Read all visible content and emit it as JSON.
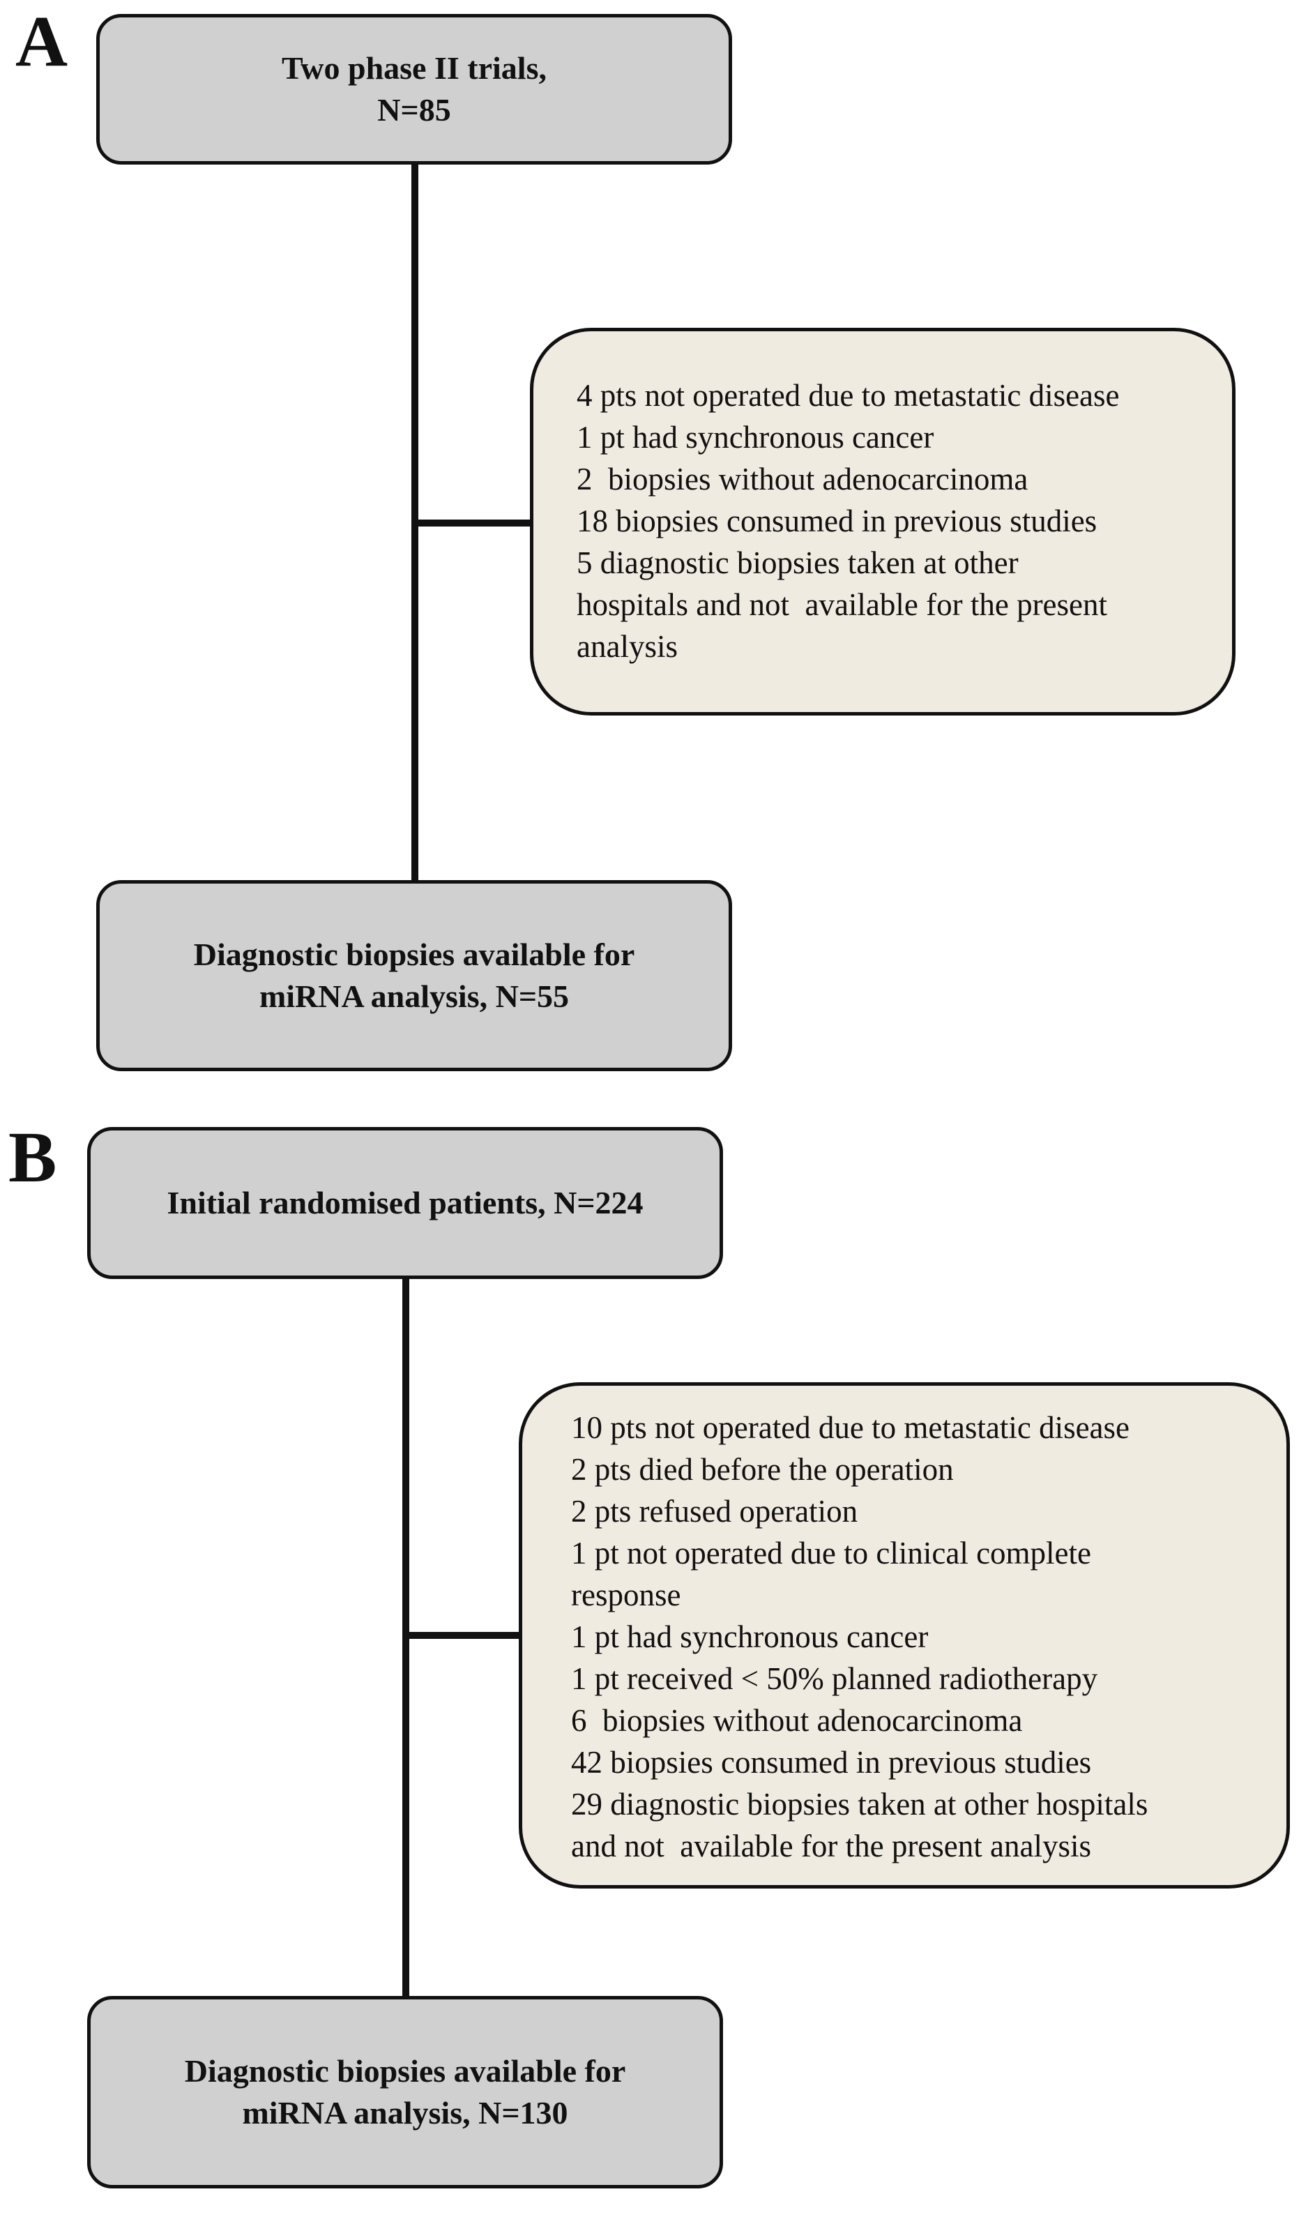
{
  "panel_a": {
    "label": "A",
    "top_box": {
      "line1": "Two phase II trials,",
      "line2": "N=85"
    },
    "exclusions": [
      "4 pts not operated due to metastatic disease",
      "1 pt had synchronous cancer",
      "2  biopsies without adenocarcinoma",
      "18 biopsies consumed in previous studies",
      "5 diagnostic biopsies taken at other",
      "hospitals and not  available for the present",
      "analysis"
    ],
    "bottom_box": {
      "line1": "Diagnostic biopsies available for",
      "line2": "miRNA analysis, N=55"
    }
  },
  "panel_b": {
    "label": "B",
    "top_box": {
      "line1": "Initial randomised patients, N=224"
    },
    "exclusions": [
      "10 pts not operated due to metastatic disease",
      "2 pts died before the operation",
      "2 pts refused operation",
      "1 pt not operated due to clinical complete",
      "response",
      "1 pt had synchronous cancer",
      "1 pt received < 50% planned radiotherapy",
      "6  biopsies without adenocarcinoma",
      "42 biopsies consumed in previous studies",
      "29 diagnostic biopsies taken at other hospitals",
      "and not  available for the present analysis"
    ],
    "bottom_box": {
      "line1": "Diagnostic biopsies available for",
      "line2": "miRNA analysis, N=130"
    }
  }
}
